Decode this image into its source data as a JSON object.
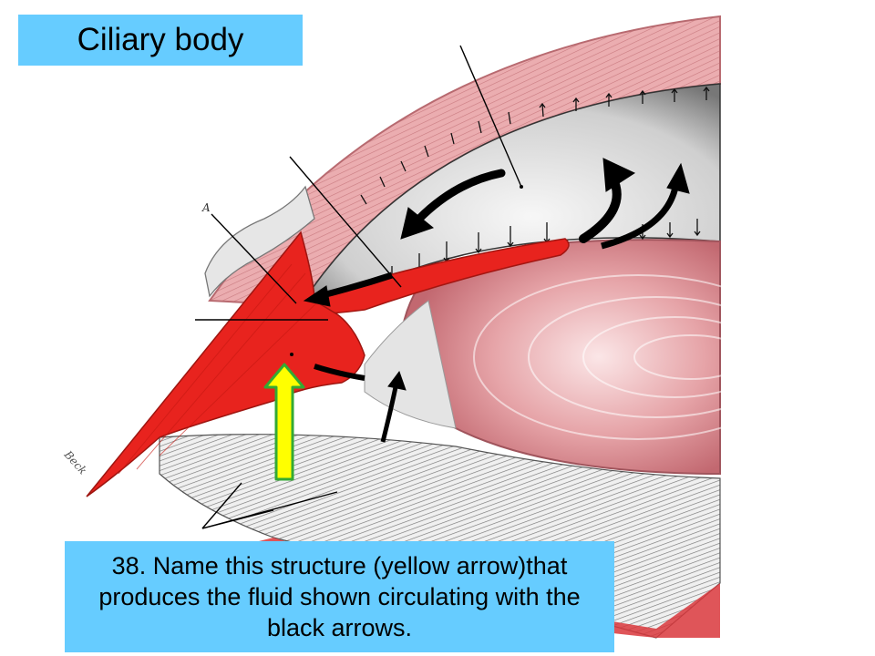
{
  "slide": {
    "title": "Ciliary body",
    "question": "38. Name this structure (yellow arrow)that produces the fluid shown circulating with the black arrows."
  },
  "illustration": {
    "signature": "Beck",
    "colors": {
      "slide_box": "#66ccff",
      "ciliary_body": "#e8231e",
      "sclera": "#e8a3a6",
      "lens": "#d9868c",
      "yellow_arrow": "#ffff00",
      "yellow_arrow_outline": "#33aa33",
      "fluid_arrows": "#000000"
    },
    "icons": [
      "yellow-arrow-icon",
      "black-flow-arrow-icon"
    ]
  }
}
